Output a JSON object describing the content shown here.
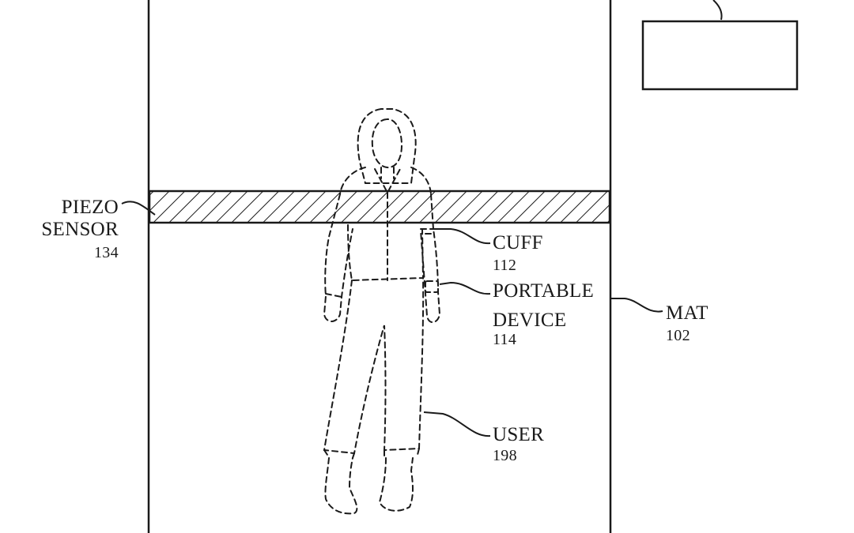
{
  "figure": {
    "labels": {
      "piezo_sensor": {
        "line1": "PIEZO",
        "line2": "SENSOR",
        "ref": "134"
      },
      "cuff": {
        "name": "CUFF",
        "ref": "112"
      },
      "portable_device": {
        "line1": "PORTABLE",
        "line2": "DEVICE",
        "ref": "114"
      },
      "mat": {
        "name": "MAT",
        "ref": "102"
      },
      "user": {
        "name": "USER",
        "ref": "198"
      }
    },
    "colors": {
      "ink": "#1a1a1a",
      "background": "#ffffff"
    }
  }
}
